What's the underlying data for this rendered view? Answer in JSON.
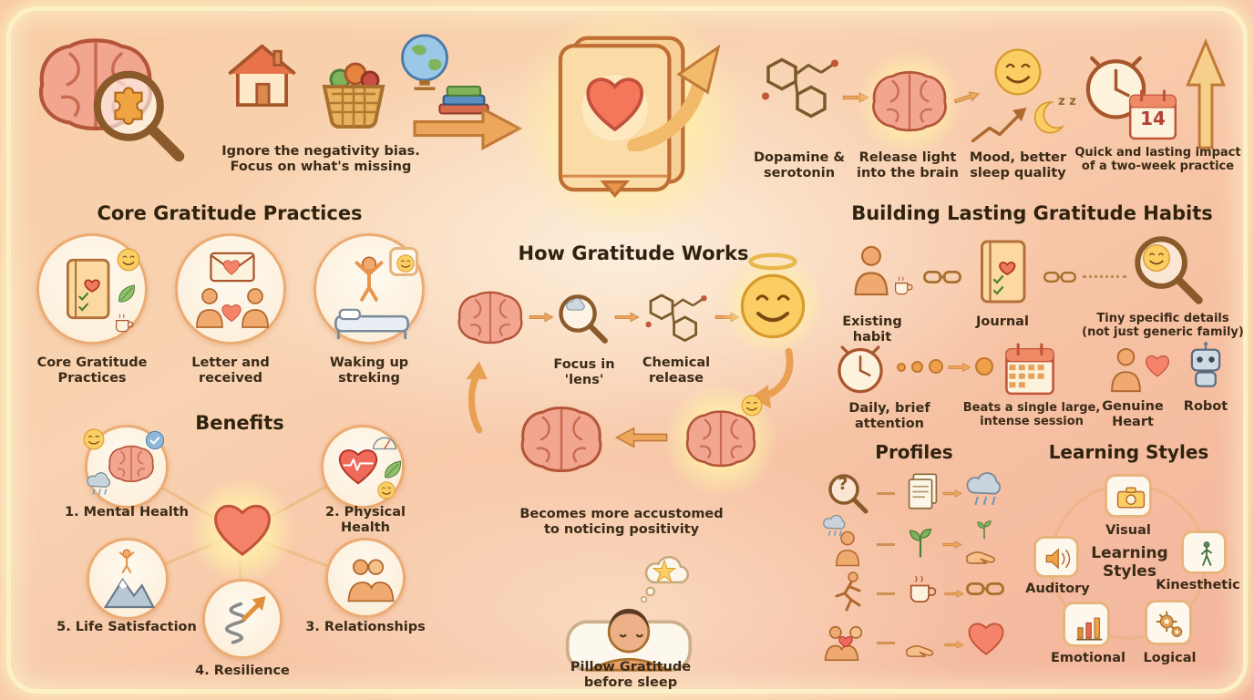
{
  "colors": {
    "accent": "#e8973f",
    "text": "#3a2b18",
    "glow": "#fdf3cf"
  },
  "top": {
    "negativity": {
      "line1": "Ignore the negativity bias.",
      "line2": "Focus on what's missing"
    },
    "dopamine": {
      "line1": "Dopamine &",
      "line2": "serotonin"
    },
    "release": {
      "line1": "Release light",
      "line2": "into the brain"
    },
    "mood": {
      "line1": "Mood, better",
      "line2": "sleep quality"
    },
    "quick": {
      "line1": "Quick and lasting impact",
      "line2": "of a two-week practice"
    },
    "calendar_day": "14",
    "moon_z": "z z"
  },
  "core_practices": {
    "title": "Core Gratitude Practices",
    "items": [
      {
        "line1": "Core Gratitude",
        "line2": "Practices"
      },
      {
        "line1": "Letter and",
        "line2": "received"
      },
      {
        "line1": "Waking up",
        "line2": "streking"
      }
    ]
  },
  "how_it_works": {
    "title": "How Gratitude Works",
    "focus": {
      "line1": "Focus in",
      "line2": "'lens'"
    },
    "chemical": {
      "line1": "Chemical",
      "line2": "release"
    },
    "result": {
      "line1": "Becomes more accustomed",
      "line2": "to noticing positivity"
    }
  },
  "habits": {
    "title": "Building Lasting Gratitude Habits",
    "existing": "Existing habit",
    "journal": "Journal",
    "tiny": {
      "line1": "Tiny specific details",
      "line2": "(not just generic family)"
    },
    "daily": "Daily, brief attention",
    "beats": {
      "line1": "Beats a single large,",
      "line2": "intense session"
    },
    "genuine": {
      "line1": "Genuine",
      "line2": "Heart"
    },
    "robot": "Robot"
  },
  "benefits": {
    "title": "Benefits",
    "items": [
      {
        "label": "1. Mental Health"
      },
      {
        "label": "2. Physical Health"
      },
      {
        "label": "3. Relationships"
      },
      {
        "label": "4. Resilience"
      },
      {
        "label": "5. Life Satisfaction"
      }
    ]
  },
  "pillow": {
    "line1": "Pillow Gratitude",
    "line2": "before sleep"
  },
  "profiles": {
    "title": "Profiles",
    "q_mark": "?"
  },
  "learning_styles": {
    "title": "Learning Styles",
    "center": {
      "line1": "Learning",
      "line2": "Styles"
    },
    "items": [
      {
        "label": "Visual"
      },
      {
        "label": "Auditory"
      },
      {
        "label": "Kinesthetic"
      },
      {
        "label": "Emotional"
      },
      {
        "label": "Logical"
      }
    ]
  }
}
